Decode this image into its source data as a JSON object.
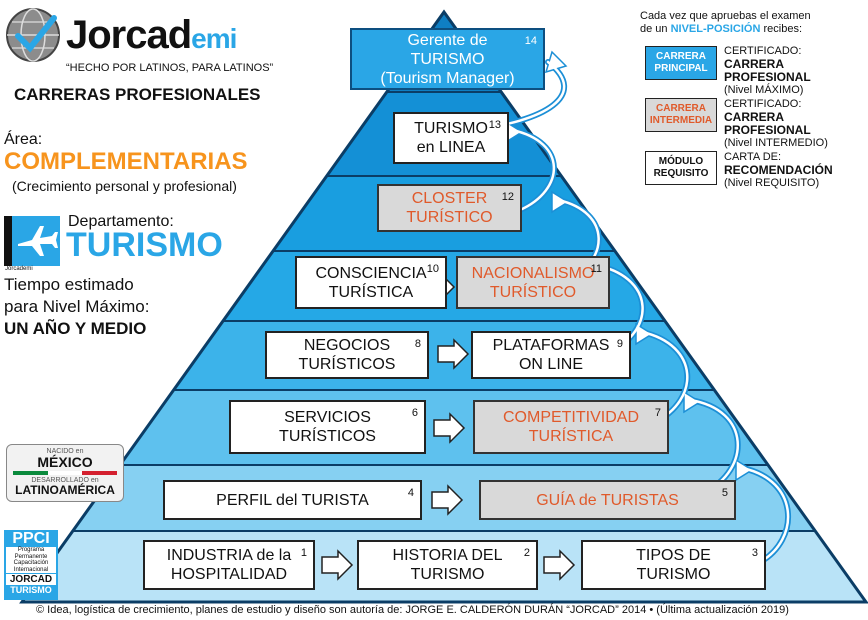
{
  "brand": {
    "name_main": "Jorcad",
    "name_suffix": "emi",
    "slogan": "“HECHO POR LATINOS, PARA LATINOS”",
    "subtitle": "CARRERAS PROFESIONALES"
  },
  "area": {
    "label": "Área:",
    "name": "COMPLEMENTARIAS",
    "desc": "(Crecimiento personal y profesional)"
  },
  "department": {
    "logo_text": "Jorcademi",
    "label": "Departamento:",
    "name": "TURISMO"
  },
  "time": {
    "line1": "Tiempo estimado",
    "line2": "para Nivel Máximo:",
    "line3": "UN AÑO Y MEDIO"
  },
  "badge": {
    "born_label": "NACIDO en",
    "born_country": "MÉXICO",
    "dev_label": "DESARROLLADO en",
    "dev_region": "LATINOAMÉRICA"
  },
  "ppci": {
    "title": "PPCI",
    "lines": [
      "Programa",
      "Permanente",
      "Capacitación",
      "Internacional"
    ],
    "brand": "JORCAD",
    "dept": "TURISMO"
  },
  "legend": {
    "header_line1": "Cada vez que apruebas el examen",
    "header_line2a": "de un ",
    "header_line2b": "NIVEL-POSICIÓN",
    "header_line2c": " recibes:",
    "items": [
      {
        "box_l1": "CARRERA",
        "box_l2": "PRINCIPAL",
        "t1": "CERTIFICADO:",
        "t2": "CARRERA PROFESIONAL",
        "t3": "(Nivel MÁXIMO)"
      },
      {
        "box_l1": "CARRERA",
        "box_l2": "INTERMEDIA",
        "t1": "CERTIFICADO:",
        "t2": "CARRERA PROFESIONAL",
        "t3": "(Nivel INTERMEDIO)"
      },
      {
        "box_l1": "MÓDULO",
        "box_l2": "REQUISITO",
        "t1": "CARTA DE:",
        "t2": "RECOMENDACIÓN",
        "t3": "(Nivel REQUISITO)"
      }
    ]
  },
  "modules": [
    {
      "num": "1",
      "l1": "INDUSTRIA de la",
      "l2": "HOSPITALIDAD"
    },
    {
      "num": "2",
      "l1": "HISTORIA DEL",
      "l2": "TURISMO"
    },
    {
      "num": "3",
      "l1": "TIPOS DE",
      "l2": "TURISMO"
    },
    {
      "num": "4",
      "l1": "PERFIL del TURISTA",
      "l2": ""
    },
    {
      "num": "5",
      "l1": "GUÍA de TURISTAS",
      "l2": ""
    },
    {
      "num": "6",
      "l1": "SERVICIOS",
      "l2": "TURÍSTICOS"
    },
    {
      "num": "7",
      "l1": "COMPETITIVIDAD",
      "l2": "TURÍSTICA"
    },
    {
      "num": "8",
      "l1": "NEGOCIOS",
      "l2": "TURÍSTICOS"
    },
    {
      "num": "9",
      "l1": "PLATAFORMAS",
      "l2": "ON LINE"
    },
    {
      "num": "10",
      "l1": "CONSCIENCIA",
      "l2": "TURÍSTICA"
    },
    {
      "num": "11",
      "l1": "NACIONALISMO",
      "l2": "TURÍSTICO"
    },
    {
      "num": "12",
      "l1": "CLOSTER",
      "l2": "TURÍSTICO"
    },
    {
      "num": "13",
      "l1": "TURISMO",
      "l2": "en LINEA"
    },
    {
      "num": "14",
      "l1": "Gerente de",
      "l2": "TURISMO",
      "l3": "(Tourism Manager)"
    }
  ],
  "footer": "© Idea, logística de crecimiento, planes de estudio y diseño son autoría de: JORGE E. CALDERÓN DURÁN “JORCAD” 2014 • (Última actualización 2019)",
  "colors": {
    "primary": "#2aa6e6",
    "accent": "#f7941d",
    "intermediate": "#e05a2b"
  }
}
